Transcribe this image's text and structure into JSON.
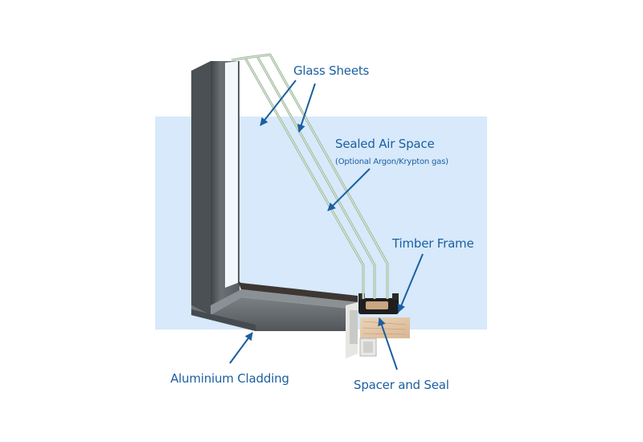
{
  "labels": {
    "glass_sheets": "Glass Sheets",
    "sealed_air_space": "Sealed Air Space",
    "sealed_air_space_note": "(Optional Argon/Krypton gas)",
    "timber_frame": "Timber Frame",
    "aluminium_cladding": "Aluminium Cladding",
    "spacer_and_seal": "Spacer and Seal"
  },
  "colors": {
    "background_panel": "#d7e9fb",
    "label_text": "#1c5fa0",
    "arrow": "#1c5fa0",
    "cladding": "#5d6367",
    "glass_edge": "#8fae8c",
    "timber": "#e2c8ad"
  }
}
